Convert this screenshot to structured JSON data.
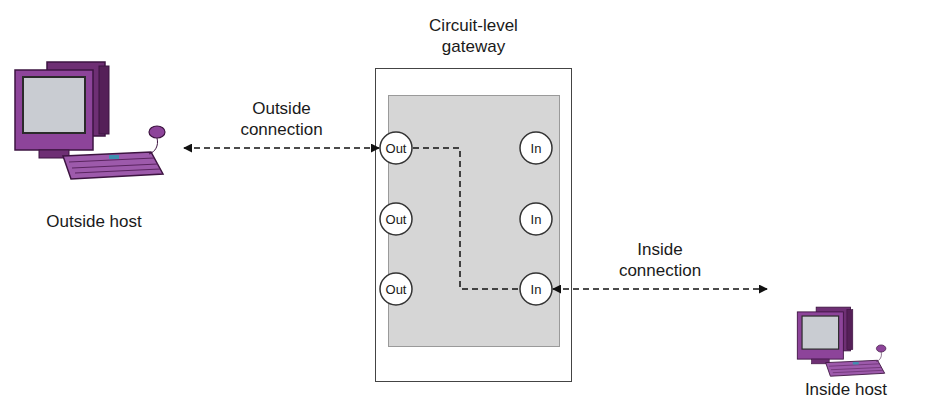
{
  "diagram": {
    "nodes": [
      {
        "text": [
          "Outside host"
        ]
      },
      {
        "text": [
          "Circuit-level gateway"
        ]
      },
      {
        "text": [
          "Out"
        ],
        "in": 1
      },
      {
        "text": [
          "In"
        ],
        "in": 1
      },
      {
        "text": [
          "Out"
        ],
        "in": 1
      },
      {
        "text": [
          "In"
        ],
        "in": 1
      },
      {
        "text": [
          "Out"
        ],
        "in": 1
      },
      {
        "text": [
          "In"
        ],
        "in": 1
      },
      {
        "text": [
          "Inside host"
        ]
      }
    ],
    "edges": [
      {
        "from": 0,
        "to": 2,
        "arrow": "both",
        "label": "Outside connection"
      },
      {
        "from": 2,
        "to": 7,
        "arrow": "none"
      },
      {
        "from": 7,
        "to": 8,
        "arrow": "both",
        "label": "Inside connection"
      }
    ]
  }
}
